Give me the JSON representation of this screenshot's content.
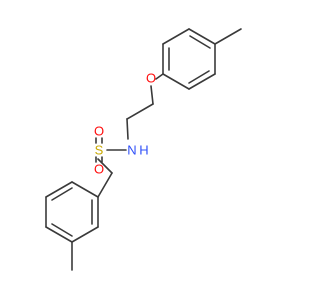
{
  "molecule": {
    "atoms": {
      "O_ether": {
        "label": "O",
        "color": "#ff0d0d"
      },
      "N_amide": {
        "label": "N",
        "color": "#3050f8"
      },
      "H_amide": {
        "label": "H",
        "color": "#3050f8"
      },
      "S_sulfonyl": {
        "label": "S",
        "color": "#c8a800"
      },
      "O_sulfonyl_1": {
        "label": "O",
        "color": "#ff0d0d"
      },
      "O_sulfonyl_2": {
        "label": "O",
        "color": "#ff0d0d"
      }
    },
    "bond_color": "#3a3a3a"
  }
}
